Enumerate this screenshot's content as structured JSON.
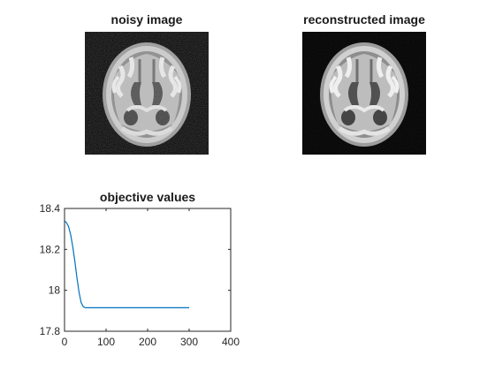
{
  "panels": {
    "noisy_title": "noisy image",
    "reconstructed_title": "reconstructed image"
  },
  "chart_data": {
    "type": "line",
    "title": "objective values",
    "xlabel": "",
    "ylabel": "",
    "xlim": [
      0,
      400
    ],
    "ylim": [
      17.8,
      18.4
    ],
    "xticks": [
      0,
      100,
      200,
      300,
      400
    ],
    "yticks": [
      17.8,
      18.0,
      18.2,
      18.4
    ],
    "xtick_labels": [
      "0",
      "100",
      "200",
      "300",
      "400"
    ],
    "ytick_labels": [
      "17.8",
      "18",
      "18.2",
      "18.4"
    ],
    "grid": false,
    "line_color": "#0072bd",
    "series": [
      {
        "x": [
          0,
          5,
          10,
          15,
          20,
          25,
          30,
          35,
          40,
          45,
          50,
          60,
          80,
          100,
          150,
          200,
          250,
          300
        ],
        "y": [
          18.34,
          18.33,
          18.31,
          18.27,
          18.21,
          18.14,
          18.06,
          17.99,
          17.94,
          17.92,
          17.915,
          17.915,
          17.915,
          17.915,
          17.915,
          17.915,
          17.915,
          17.915
        ]
      }
    ]
  }
}
